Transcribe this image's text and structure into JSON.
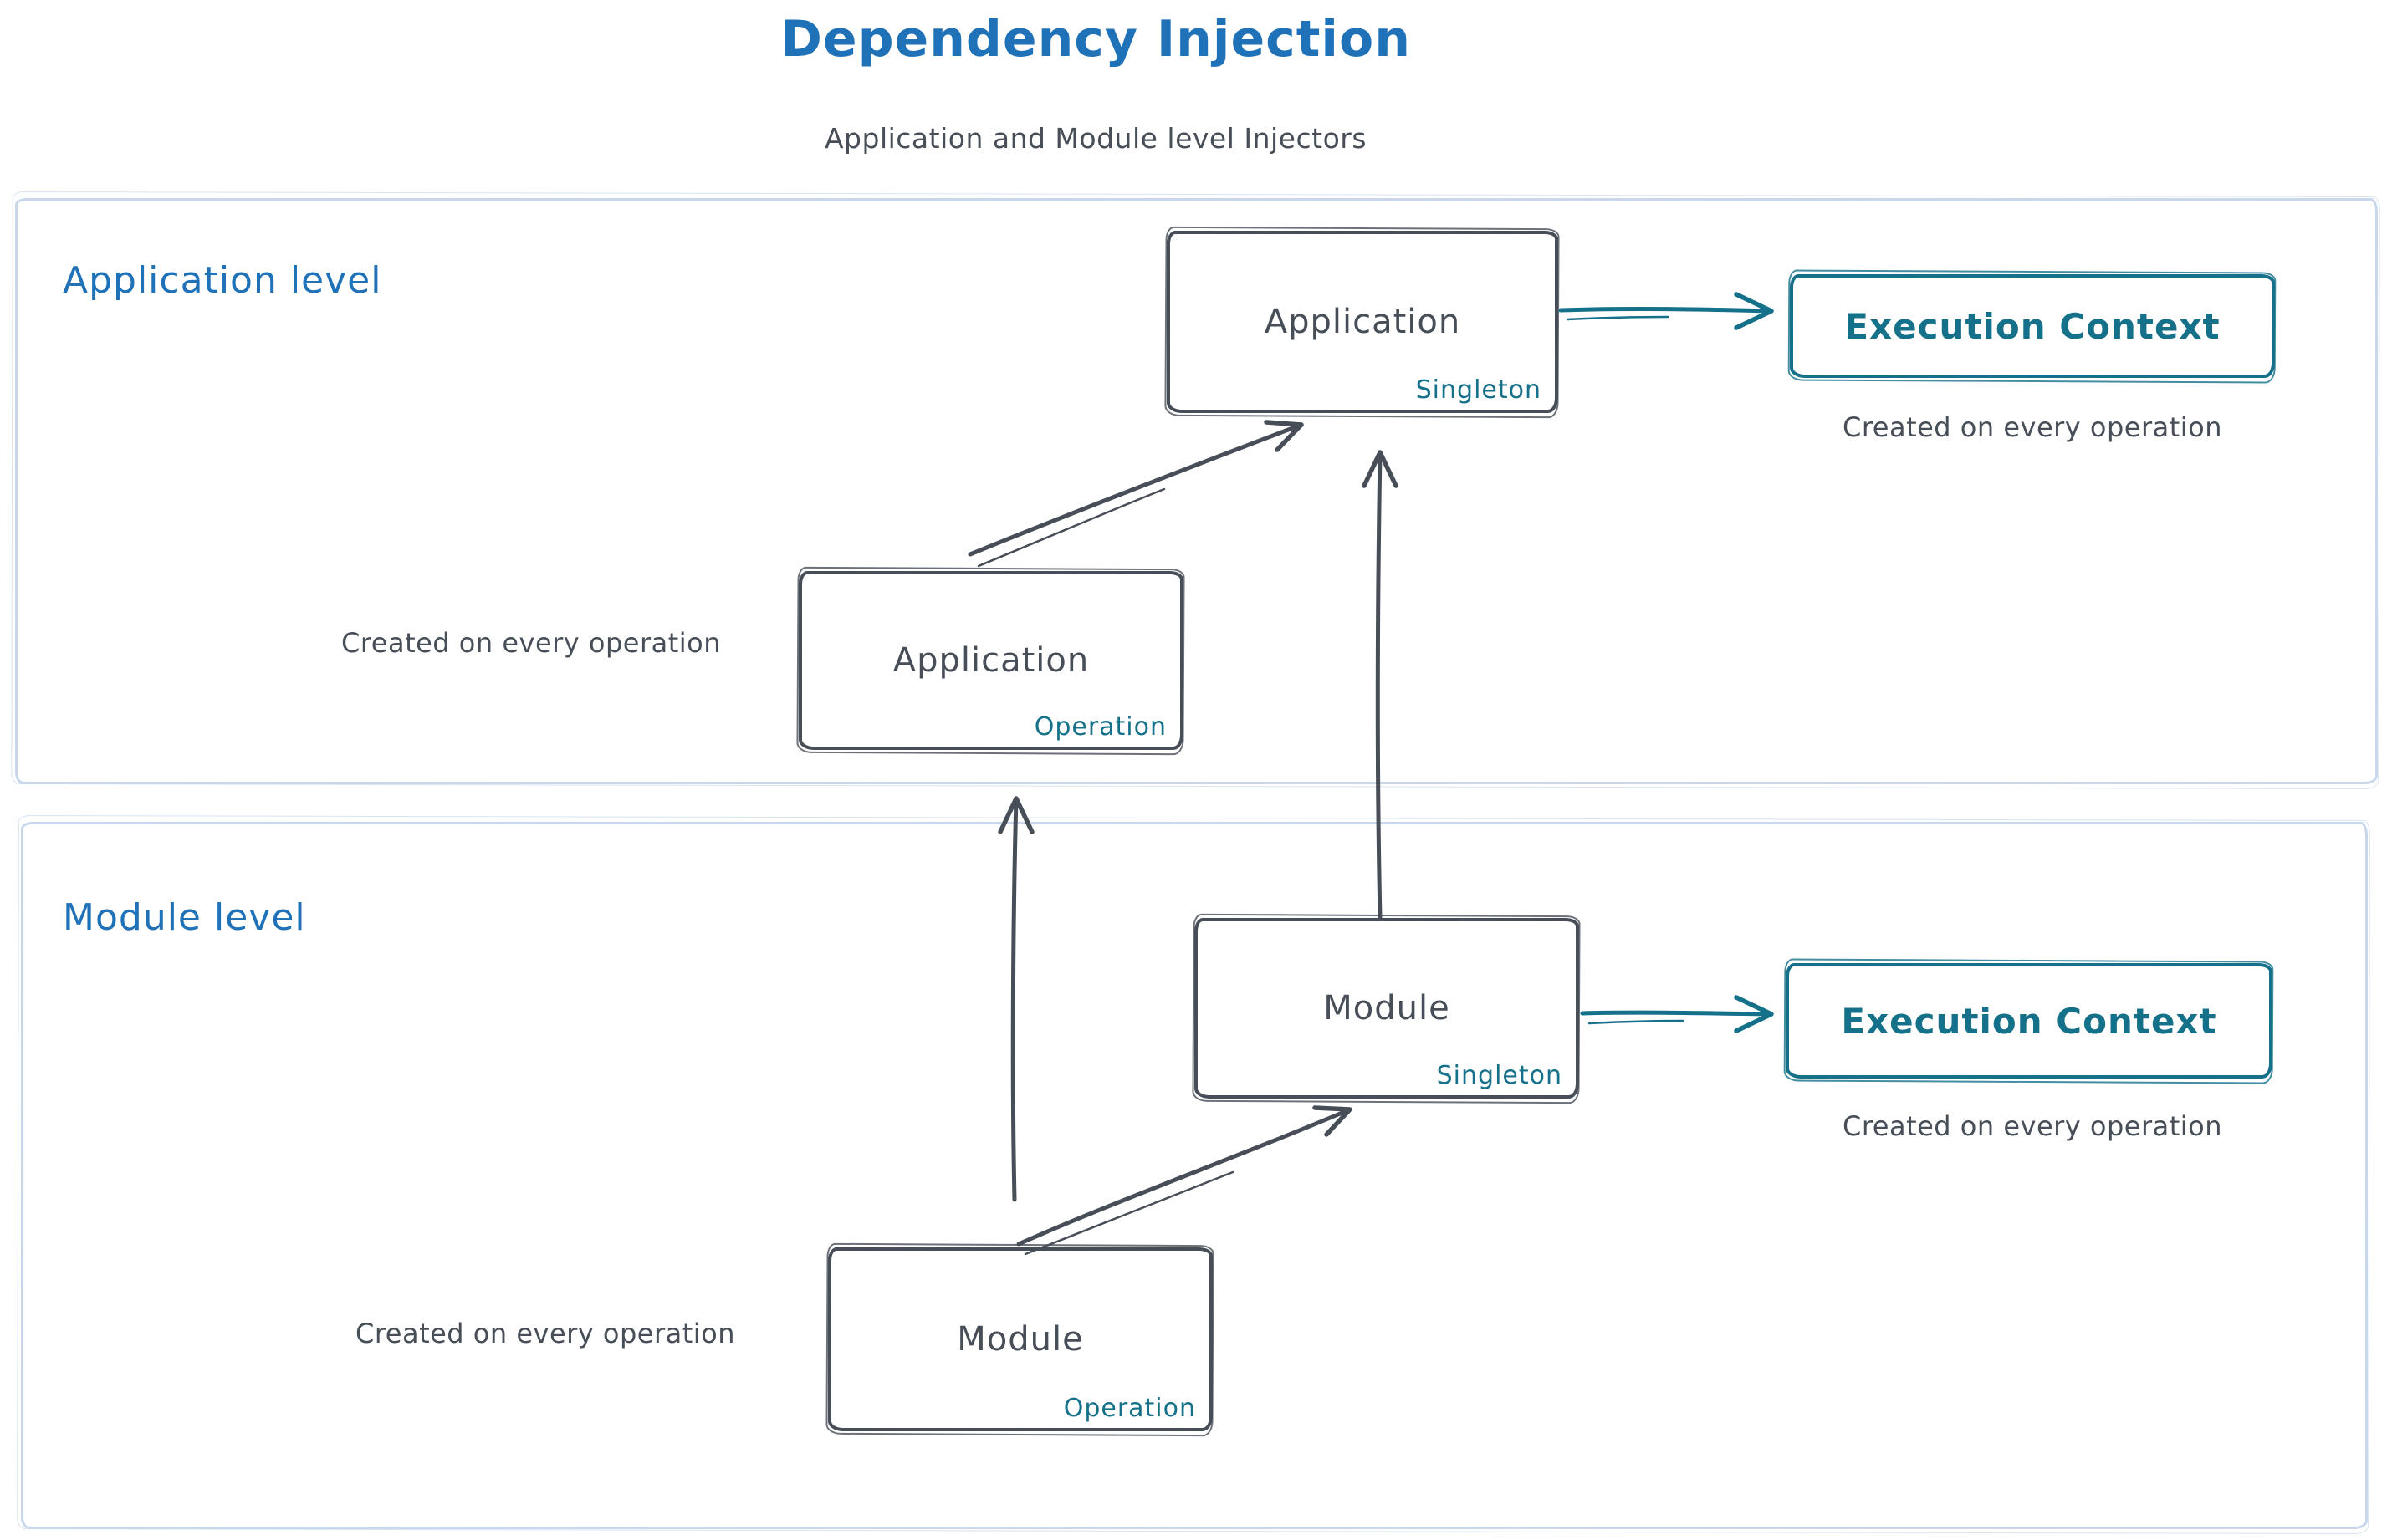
{
  "title": "Dependency Injection",
  "subtitle": "Application and Module level Injectors",
  "sections": {
    "application": {
      "label": "Application level"
    },
    "module": {
      "label": "Module level"
    }
  },
  "nodes": {
    "app_singleton": {
      "title": "Application",
      "tag": "Singleton"
    },
    "app_operation": {
      "title": "Application",
      "tag": "Operation"
    },
    "module_singleton": {
      "title": "Module",
      "tag": "Singleton"
    },
    "module_operation": {
      "title": "Module",
      "tag": "Operation"
    },
    "app_exec_context": {
      "title": "Execution Context"
    },
    "module_exec_context": {
      "title": "Execution Context"
    }
  },
  "captions": {
    "app_exec": "Created on every operation",
    "app_operation": "Created on every operation",
    "module_exec": "Created on every operation",
    "module_operation": "Created on every operation"
  },
  "colors": {
    "title_blue": "#1f71b8",
    "teal": "#15708a",
    "dark_stroke": "#474e57",
    "section_border": "#c8d7ec",
    "background": "#ffffff"
  },
  "arrows": [
    {
      "name": "app-operation-to-app-singleton",
      "color": "#474e57"
    },
    {
      "name": "module-singleton-to-app-singleton",
      "color": "#474e57"
    },
    {
      "name": "module-operation-to-app-operation",
      "color": "#474e57"
    },
    {
      "name": "module-operation-to-module-singleton",
      "color": "#474e57"
    },
    {
      "name": "app-singleton-to-execution-context",
      "color": "#15708a"
    },
    {
      "name": "module-singleton-to-execution-context",
      "color": "#15708a"
    }
  ]
}
